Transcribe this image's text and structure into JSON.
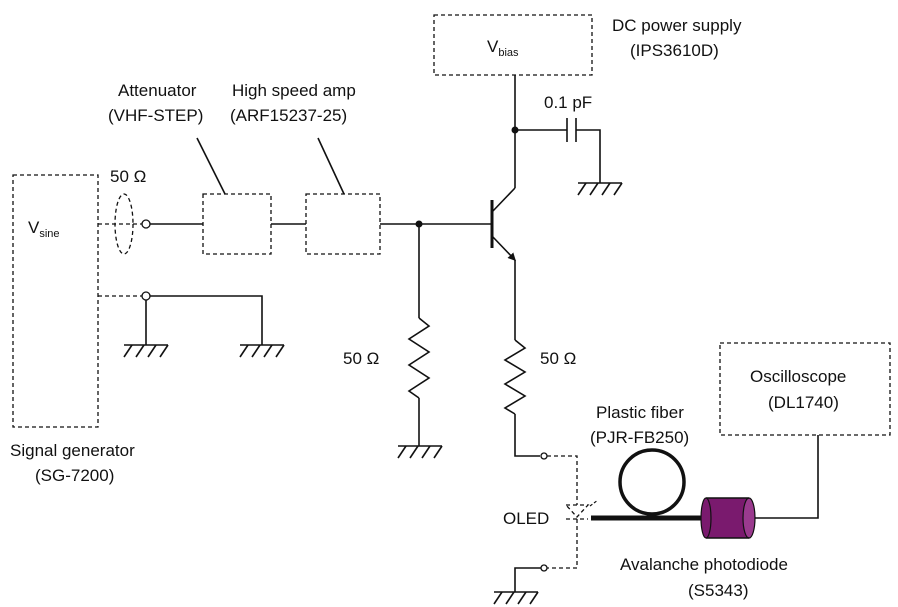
{
  "labels": {
    "dc_supply_line1": "DC power supply",
    "dc_supply_line2": "(IPS3610D)",
    "vbias_main": "V",
    "vbias_sub": "bias",
    "capacitor": "0.1 pF",
    "attenuator_line1": "Attenuator",
    "attenuator_line2": "(VHF-STEP)",
    "amp_line1": "High speed amp",
    "amp_line2": "(ARF15237-25)",
    "ohm_input": "50 Ω",
    "ohm_base": "50 Ω",
    "ohm_emitter": "50 Ω",
    "vsine_main": "V",
    "vsine_sub": "sine",
    "siggen_line1": "Signal generator",
    "siggen_line2": "(SG-7200)",
    "fiber_line1": "Plastic fiber",
    "fiber_line2": "(PJR-FB250)",
    "scope_line1": "Oscilloscope",
    "scope_line2": "(DL1740)",
    "oled": "OLED",
    "apd_line1": "Avalanche photodiode",
    "apd_line2": "(S5343)"
  },
  "colors": {
    "photodiode": "#7a1a6e",
    "line": "#111111"
  }
}
